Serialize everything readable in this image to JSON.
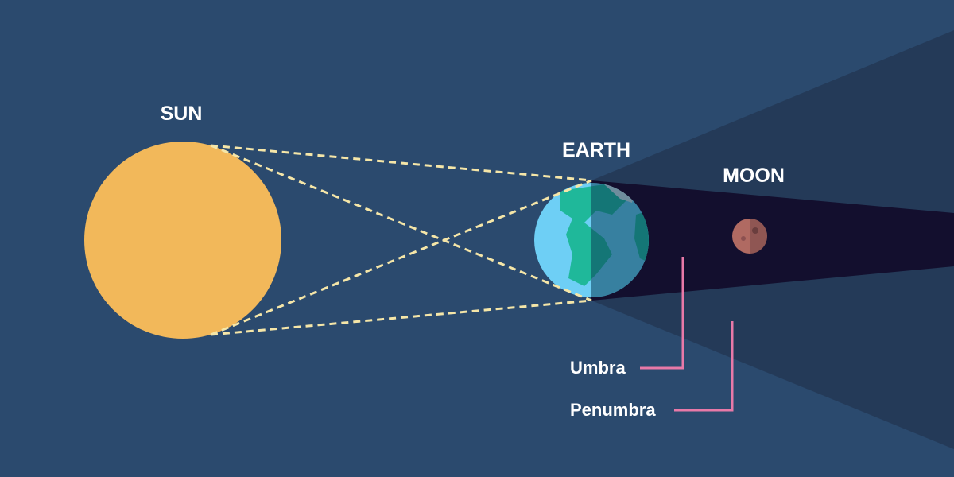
{
  "labels": {
    "sun": "SUN",
    "earth": "EARTH",
    "moon": "MOON",
    "umbra": "Umbra",
    "penumbra": "Penumbra"
  },
  "colors": {
    "background": "#2b4a6e",
    "penumbra": "#243a58",
    "umbra": "#130f2e",
    "sun": "#f2b85a",
    "earth_ocean": "#6ecff5",
    "earth_land": "#1fb89a",
    "moon": "#a0605a",
    "sun_rays": "#f5e6a8",
    "pointer": "#e879a8"
  }
}
